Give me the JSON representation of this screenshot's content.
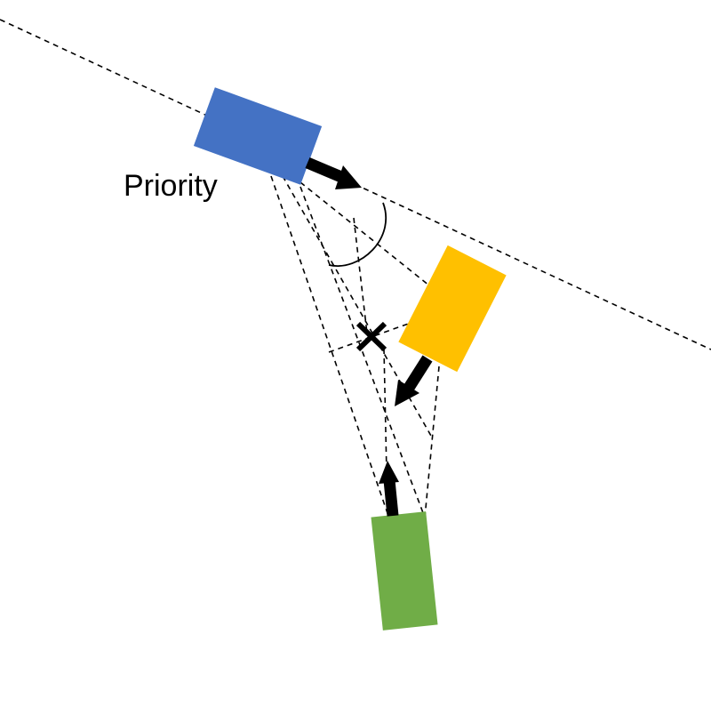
{
  "diagram": {
    "label": "Priority",
    "colors": {
      "vehicle_blue": "#4472C4",
      "vehicle_yellow": "#FFC000",
      "vehicle_green": "#70AD47",
      "stroke": "#000000"
    },
    "icons": [
      "angle-arc",
      "conflict-cross",
      "direction-arrow"
    ]
  }
}
